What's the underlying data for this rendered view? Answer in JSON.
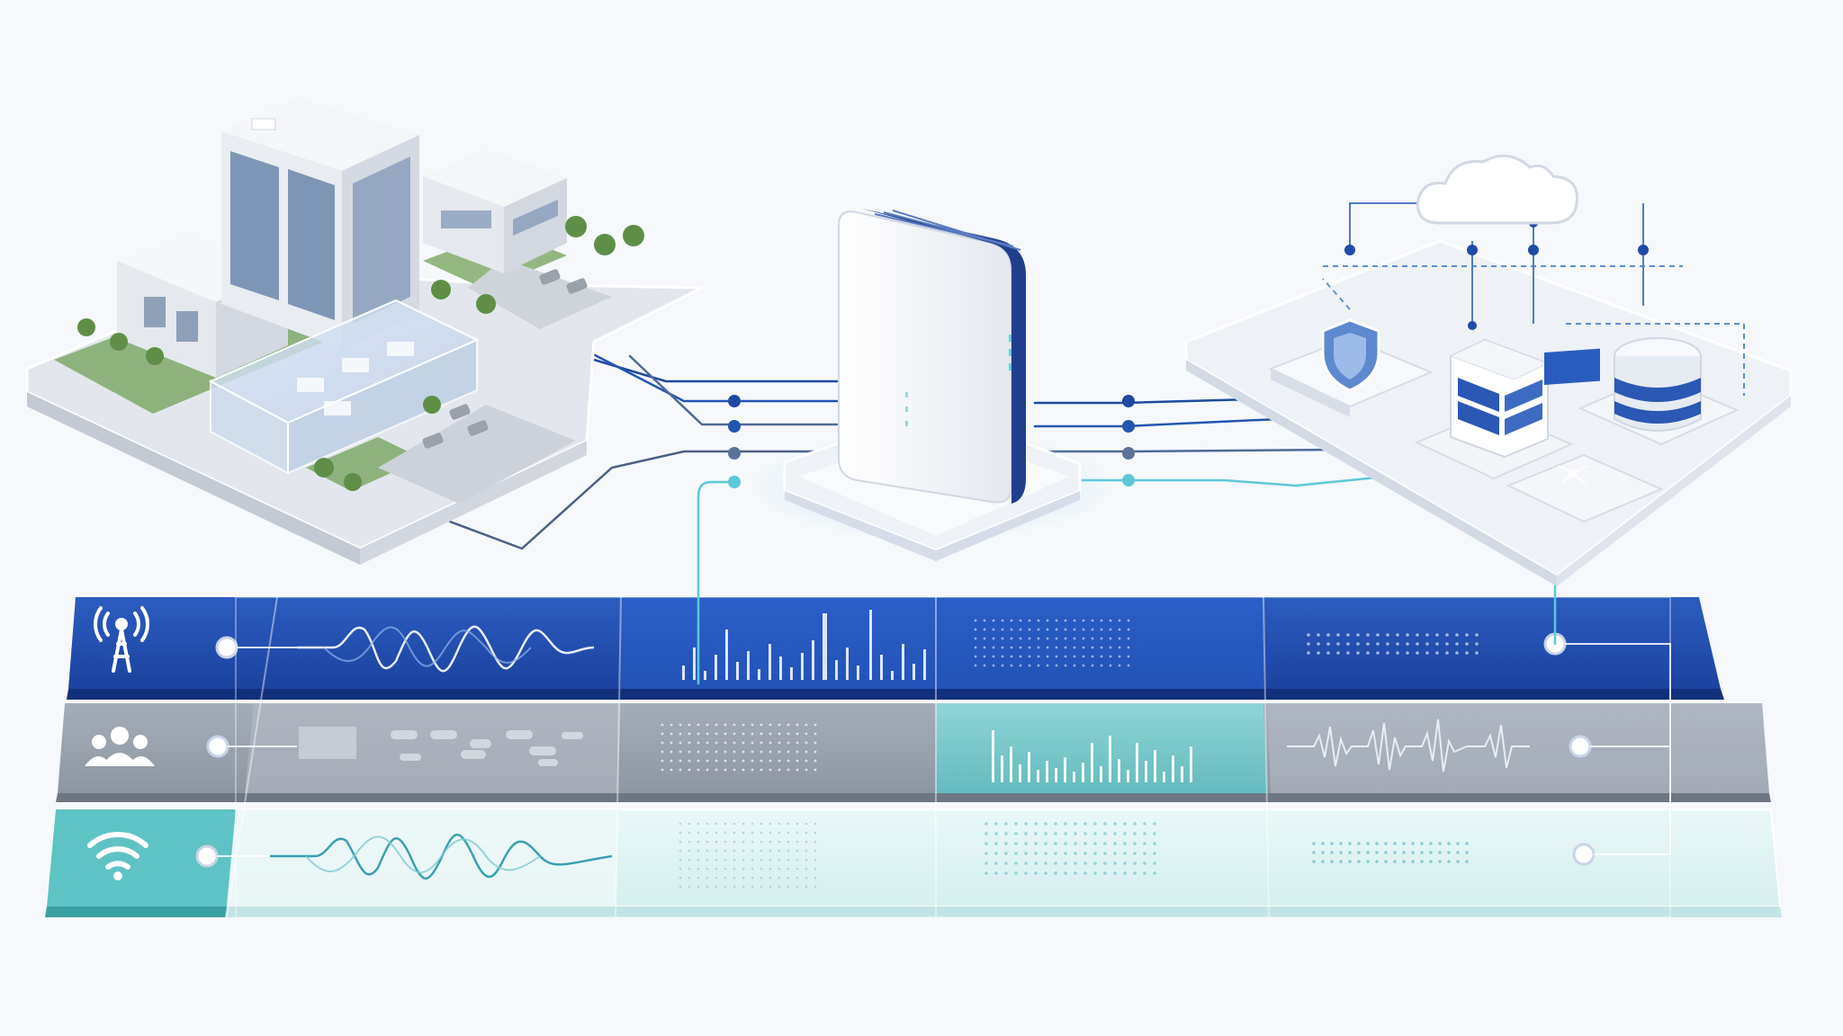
{
  "diagram": {
    "nodes": [
      {
        "id": "campus",
        "kind": "building-campus",
        "icon": "office-building-icon"
      },
      {
        "id": "gateway",
        "kind": "edge-gateway-router",
        "icon": "router-icon",
        "status_leds": 3
      },
      {
        "id": "cloud-platform",
        "kind": "cloud-platform",
        "icon": "cloud-icon",
        "modules": [
          "shield-icon",
          "server-rack-icon",
          "database-icon",
          "network-hub-icon"
        ]
      }
    ],
    "links": [
      {
        "from": "campus",
        "to": "gateway",
        "count": 4
      },
      {
        "from": "gateway",
        "to": "cloud-platform",
        "count": 4
      },
      {
        "from": "gateway",
        "to": "signal-bands",
        "count": 1
      },
      {
        "from": "cloud-platform",
        "to": "signal-bands",
        "count": 1
      }
    ],
    "bands": [
      {
        "id": "cellular",
        "icon": "cell-tower-icon",
        "color": "#1e48a4",
        "segments": [
          "wave",
          "bars",
          "dots",
          "dots"
        ]
      },
      {
        "id": "users",
        "icon": "users-group-icon",
        "color": "#9aa2ad",
        "segments": [
          "blocks",
          "dots",
          "bars",
          "wave"
        ]
      },
      {
        "id": "wifi",
        "icon": "wifi-icon",
        "color": "#5fc6c6",
        "segments": [
          "wave",
          "dots",
          "dots",
          "dots"
        ]
      }
    ]
  },
  "colors": {
    "navy": "#1c3f93",
    "blue": "#2a5ab8",
    "teal": "#5ec7c8",
    "gray": "#9aa2ad",
    "line": "#2c5aa8",
    "white": "#ffffff"
  }
}
